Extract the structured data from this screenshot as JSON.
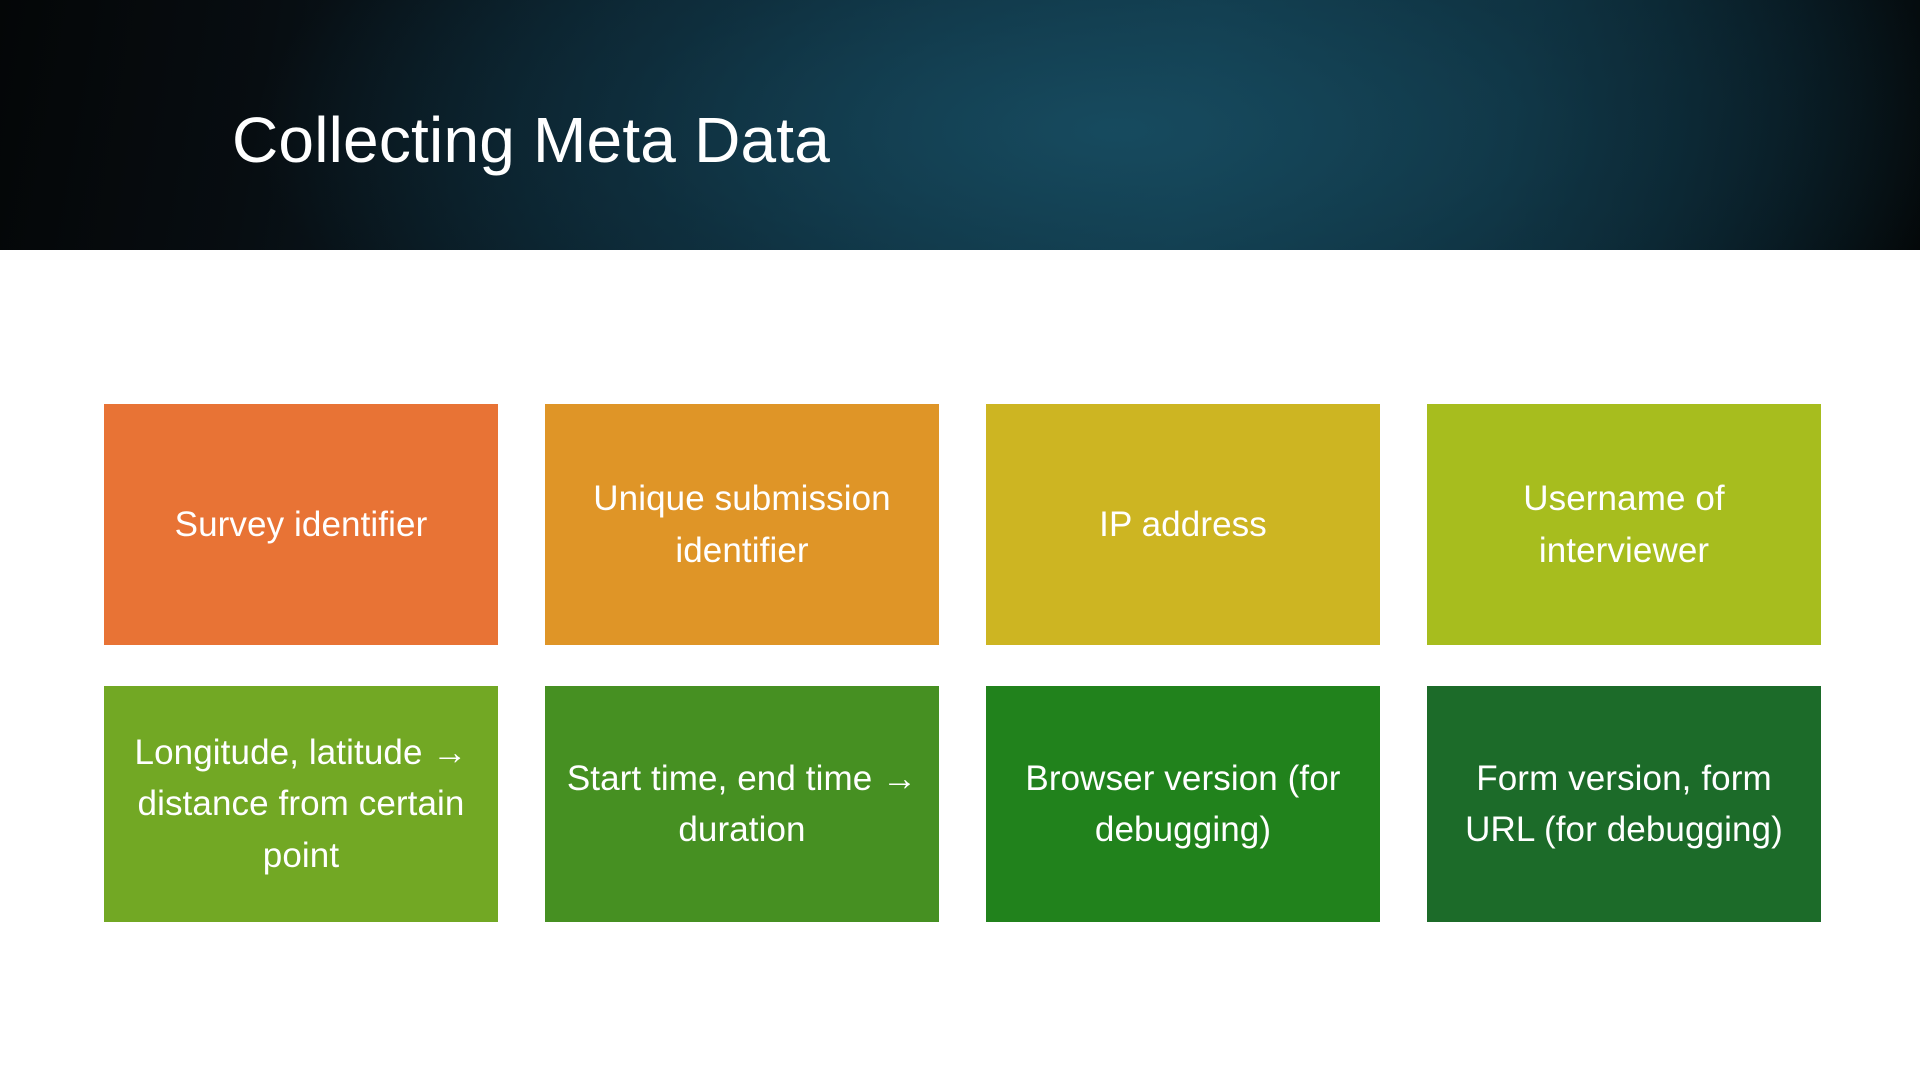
{
  "slide": {
    "title": "Collecting Meta Data",
    "background_color": "#FFFFFF",
    "header": {
      "gradient_from": "#040607",
      "gradient_mid": "#103949",
      "gradient_to": "#040809",
      "title_color": "#FFFFFF"
    }
  },
  "grid": {
    "columns": 4,
    "rows": 2,
    "text_color": "#FFFFFF",
    "cards": [
      {
        "label": "Survey identifier",
        "color": "#E87335"
      },
      {
        "label": "Unique submission identifier",
        "color": "#DF9527"
      },
      {
        "label": "IP address",
        "color": "#CDB522"
      },
      {
        "label": "Username of interviewer",
        "color": "#A7BD1E"
      },
      {
        "label": "Longitude, latitude → distance from certain point",
        "color": "#72A824"
      },
      {
        "label": "Start time, end time → duration",
        "color": "#469022"
      },
      {
        "label": "Browser version (for debugging)",
        "color": "#21821C"
      },
      {
        "label": "Form version, form URL (for debugging)",
        "color": "#1C6B29"
      }
    ]
  }
}
